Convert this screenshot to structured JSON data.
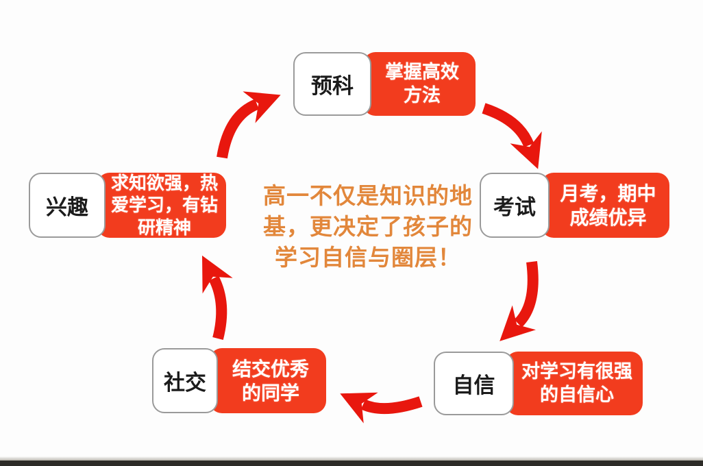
{
  "colors": {
    "node_red": "#f23c1e",
    "arrow_red": "#e8170e",
    "center_text_orange": "#e2873b",
    "label_text": "#1b1b1b",
    "white_box_border": "#9a9a9a",
    "bottom_bar": "#2c2b27",
    "background": "#fdfdfd"
  },
  "center_message": {
    "line1": "高一不仅是知识的地",
    "line2": "基，更决定了孩子的",
    "line3": "学习自信与圈层！"
  },
  "nodes": [
    {
      "label": "预科",
      "description": "掌握高效\n方法"
    },
    {
      "label": "考试",
      "description": "月考，期中\n成绩优异"
    },
    {
      "label": "自信",
      "description": "对学习有很强\n的自信心"
    },
    {
      "label": "社交",
      "description": "结交优秀\n的同学"
    },
    {
      "label": "兴趣",
      "description": "求知欲强，热\n爱学习，有钻\n研精神"
    }
  ]
}
